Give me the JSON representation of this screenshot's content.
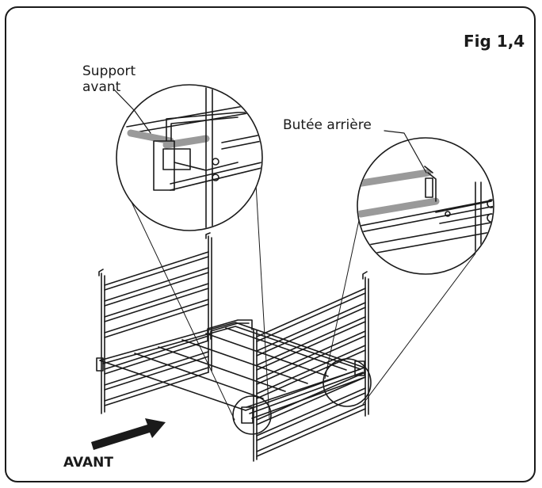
{
  "figure_label": "Fig 1,4",
  "labels": {
    "support_line1": "Support",
    "support_line2": "avant",
    "butee": "Butée arrière",
    "front": "AVANT"
  },
  "colors": {
    "stroke": "#1a1a1a",
    "grey_rod": "#9a9a9a",
    "background": "#ffffff"
  }
}
